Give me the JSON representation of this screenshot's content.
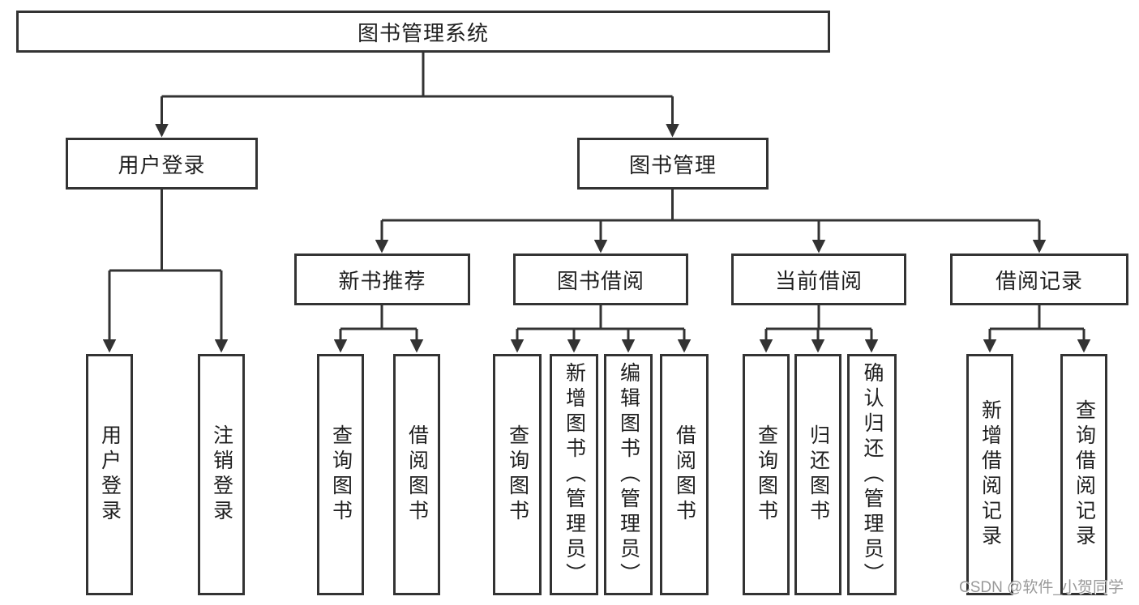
{
  "colors": {
    "line": "#333333",
    "text": "#1f1f1f",
    "background": "#ffffff",
    "watermark": "#999999"
  },
  "diagram": {
    "root": {
      "label": "图书管理系统"
    },
    "level2": [
      {
        "label": "用户登录"
      },
      {
        "label": "图书管理"
      }
    ],
    "level3": [
      {
        "label": "新书推荐",
        "parent": "图书管理"
      },
      {
        "label": "图书借阅",
        "parent": "图书管理"
      },
      {
        "label": "当前借阅",
        "parent": "图书管理"
      },
      {
        "label": "借阅记录",
        "parent": "图书管理"
      }
    ],
    "leaves": [
      {
        "label": "用户登录",
        "parent": "用户登录"
      },
      {
        "label": "注销登录",
        "parent": "用户登录"
      },
      {
        "label": "查询图书",
        "parent": "新书推荐"
      },
      {
        "label": "借阅图书",
        "parent": "新书推荐"
      },
      {
        "label": "查询图书",
        "parent": "图书借阅"
      },
      {
        "label": "新增图书（管理员）",
        "parent": "图书借阅"
      },
      {
        "label": "编辑图书（管理员）",
        "parent": "图书借阅"
      },
      {
        "label": "借阅图书",
        "parent": "图书借阅"
      },
      {
        "label": "查询图书",
        "parent": "当前借阅"
      },
      {
        "label": "归还图书",
        "parent": "当前借阅"
      },
      {
        "label": "确认归还（管理员）",
        "parent": "当前借阅"
      },
      {
        "label": "新增借阅记录",
        "parent": "借阅记录"
      },
      {
        "label": "查询借阅记录",
        "parent": "借阅记录"
      }
    ]
  },
  "watermark": {
    "text": "CSDN @软件_小贺同学"
  }
}
